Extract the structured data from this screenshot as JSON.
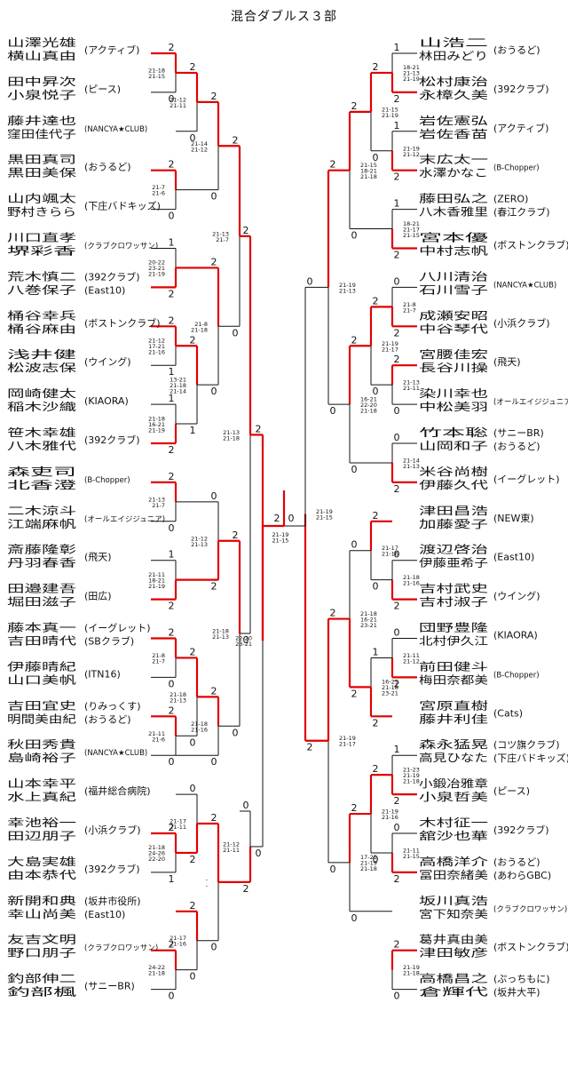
{
  "title": "混合ダブルス３部",
  "left": [
    {
      "p1": "山澤光雄",
      "p2": "横山真由",
      "club": "(アクティブ)",
      "sub": ""
    },
    {
      "p1": "田中昇次",
      "p2": "小泉悦子",
      "club": "(ピース)",
      "sub": ""
    },
    {
      "p1": "藤井達也",
      "p2": "窪田佳代子",
      "club": "(NANCYA★CLUB)",
      "sub": ""
    },
    {
      "p1": "黒田真司",
      "p2": "黒田美保",
      "club": "(おうるど)",
      "sub": ""
    },
    {
      "p1": "山内颯太",
      "p2": "野村きらら",
      "club": "(下庄バドキッズ)",
      "sub": ""
    },
    {
      "p1": "川口直孝",
      "p2": "堺彩香",
      "club": "(クラブクロワッサン)",
      "sub": ""
    },
    {
      "p1": "荒木慎二",
      "p2": "八巻保子",
      "club": "(392クラブ)",
      "sub": "(East10)"
    },
    {
      "p1": "桶谷幸兵",
      "p2": "桶谷麻由",
      "club": "(ボストンクラブ)",
      "sub": ""
    },
    {
      "p1": "浅井健",
      "p2": "松波志保",
      "club": "(ウイング)",
      "sub": ""
    },
    {
      "p1": "岡崎健太",
      "p2": "稲木沙織",
      "club": "(KIAORA)",
      "sub": ""
    },
    {
      "p1": "笹木幸雄",
      "p2": "八木雅代",
      "club": "(392クラブ)",
      "sub": ""
    },
    {
      "p1": "森吏司",
      "p2": "北香澄",
      "club": "(B-Chopper)",
      "sub": ""
    },
    {
      "p1": "二木涼斗",
      "p2": "江端麻帆",
      "club": "(オールエイジジュニア)",
      "sub": ""
    },
    {
      "p1": "斎藤隆彰",
      "p2": "丹羽春香",
      "club": "(飛天)",
      "sub": ""
    },
    {
      "p1": "田邉建吾",
      "p2": "堀田滋子",
      "club": "(田広)",
      "sub": ""
    },
    {
      "p1": "藤本真一",
      "p2": "吉田晴代",
      "club": "(イーグレット)",
      "sub": "(SBクラブ)"
    },
    {
      "p1": "伊藤晴紀",
      "p2": "山口美帆",
      "club": "(ITN16)",
      "sub": ""
    },
    {
      "p1": "吉田宜史",
      "p2": "明間美由紀",
      "club": "(りみっくす)",
      "sub": "(おうるど)"
    },
    {
      "p1": "秋田秀貴",
      "p2": "島崎裕子",
      "club": "(NANCYA★CLUB)",
      "sub": ""
    },
    {
      "p1": "山本幸平",
      "p2": "水上真紀",
      "club": "(福井総合病院)",
      "sub": ""
    },
    {
      "p1": "幸池裕一",
      "p2": "田辺朋子",
      "club": "(小浜クラブ)",
      "sub": ""
    },
    {
      "p1": "大島実雄",
      "p2": "由本恭代",
      "club": "(392クラブ)",
      "sub": ""
    },
    {
      "p1": "新開和典",
      "p2": "幸山尚美",
      "club": "(坂井市役所)",
      "sub": "(East10)"
    },
    {
      "p1": "友吉文明",
      "p2": "野口朋子",
      "club": "(クラブクロワッサン)",
      "sub": ""
    },
    {
      "p1": "釣部伸二",
      "p2": "釣部楓",
      "club": "(サニーBR)",
      "sub": ""
    }
  ],
  "right": [
    {
      "p1": "山浩二",
      "p2": "林田みどり",
      "club": "(おうるど)",
      "sub": ""
    },
    {
      "p1": "松村康治",
      "p2": "永樟久美",
      "club": "(392クラブ)",
      "sub": ""
    },
    {
      "p1": "岩佐憲弘",
      "p2": "岩佐香苗",
      "club": "(アクティブ)",
      "sub": ""
    },
    {
      "p1": "末広太一",
      "p2": "水澤かなこ",
      "club": "(B-Chopper)",
      "sub": ""
    },
    {
      "p1": "藤田弘之",
      "p2": "八木香雅里",
      "club": "(ZERO)",
      "sub": "(春江クラブ)"
    },
    {
      "p1": "宮本優",
      "p2": "中村志帆",
      "club": "(ボストンクラブ)",
      "sub": ""
    },
    {
      "p1": "八川清治",
      "p2": "石川雪子",
      "club": "(NANCYA★CLUB)",
      "sub": ""
    },
    {
      "p1": "成瀬安昭",
      "p2": "中谷琴代",
      "club": "(小浜クラブ)",
      "sub": ""
    },
    {
      "p1": "宮腰佳宏",
      "p2": "長谷川操",
      "club": "(飛天)",
      "sub": ""
    },
    {
      "p1": "染川幸也",
      "p2": "中松美羽",
      "club": "(オールエイジジュニア)",
      "sub": ""
    },
    {
      "p1": "竹本聡",
      "p2": "山岡和子",
      "club": "(サニーBR)",
      "sub": "(おうるど)"
    },
    {
      "p1": "米谷尚樹",
      "p2": "伊藤久代",
      "club": "(イーグレット)",
      "sub": ""
    },
    {
      "p1": "津田昌浩",
      "p2": "加藤愛子",
      "club": "(NEW東)",
      "sub": ""
    },
    {
      "p1": "渡辺啓治",
      "p2": "伊藤亜希子",
      "club": "(East10)",
      "sub": ""
    },
    {
      "p1": "吉村武史",
      "p2": "吉村淑子",
      "club": "(ウイング)",
      "sub": ""
    },
    {
      "p1": "団野豊隆",
      "p2": "北村伊久江",
      "club": "(KIAORA)",
      "sub": ""
    },
    {
      "p1": "前田健斗",
      "p2": "梅田奈都美",
      "club": "(B-Chopper)",
      "sub": ""
    },
    {
      "p1": "宮原直樹",
      "p2": "藤井利佳",
      "club": "(Cats)",
      "sub": ""
    },
    {
      "p1": "森永猛晃",
      "p2": "高見ひなた",
      "club": "(コツ旗クラブ)",
      "sub": "(下庄バドキッズ)"
    },
    {
      "p1": "小鍛冶雅章",
      "p2": "小泉哲美",
      "club": "(ピース)",
      "sub": ""
    },
    {
      "p1": "木村征一",
      "p2": "舘沙也華",
      "club": "(392クラブ)",
      "sub": ""
    },
    {
      "p1": "高橋洋介",
      "p2": "冨田奈緒美",
      "club": "(おうるど)",
      "sub": "(あわらGBC)"
    },
    {
      "p1": "坂川真浩",
      "p2": "宮下知奈美",
      "club": "(クラブクロワッサン)",
      "sub": ""
    },
    {
      "p1": "葛井真由美",
      "p2": "津田敏彦",
      "club": "(ボストンクラブ)",
      "sub": ""
    },
    {
      "p1": "高橋昌之",
      "p2": "倉輝代",
      "club": "(ぷっちもに)",
      "sub": "(坂井大平)"
    }
  ],
  "left_matches": [
    {
      "id": "L1",
      "scores": [
        "21-18",
        "21-15"
      ],
      "top": "2",
      "bot": "0"
    },
    {
      "id": "L2",
      "scores": [
        "21-12",
        "21-11"
      ],
      "top": "2",
      "bot": "0"
    },
    {
      "id": "L3",
      "scores": [
        "21-7",
        "21-6"
      ],
      "top": "2",
      "bot": "0"
    },
    {
      "id": "L4",
      "scores": [
        "20-22",
        "23-21",
        "21-19"
      ],
      "top": "1",
      "bot": "2"
    },
    {
      "id": "L5",
      "scores": [
        "21-12",
        "17-21",
        "21-16"
      ],
      "top": "2",
      "bot": "1"
    },
    {
      "id": "L6",
      "scores": [
        "21-18",
        "16-21",
        "21-19"
      ],
      "top": "1",
      "bot": "2"
    },
    {
      "id": "L7",
      "scores": [
        "13-21",
        "21-18",
        "21-14"
      ],
      "top": "2",
      "bot": "1"
    },
    {
      "id": "L8",
      "scores": [
        "21-13",
        "21-7"
      ],
      "top": "2",
      "bot": "0"
    },
    {
      "id": "L9",
      "scores": [
        "21-11",
        "18-21",
        "21-19"
      ],
      "top": "1",
      "bot": "2"
    },
    {
      "id": "L10",
      "scores": [
        "21-8",
        "21-7"
      ],
      "top": "2",
      "bot": "0"
    },
    {
      "id": "L11",
      "scores": [
        "21-11",
        "21-6"
      ],
      "top": "2",
      "bot": "0"
    },
    {
      "id": "L12",
      "scores": [
        "21-18",
        "21-13"
      ],
      "top": "2",
      "bot": "0"
    },
    {
      "id": "L13",
      "scores": [
        "21-17",
        "21-11"
      ],
      "top": "0",
      "bot": "2"
    },
    {
      "id": "L14",
      "scores": [
        "21-18",
        "24-26",
        "22-20"
      ],
      "top": "2",
      "bot": "1"
    },
    {
      "id": "L15",
      "scores": [
        "21-17",
        "21-16"
      ],
      "top": "2",
      "bot": "0"
    },
    {
      "id": "L16",
      "scores": [
        "24-22",
        "21-18"
      ],
      "top": "2",
      "bot": "0"
    },
    {
      "id": "Q1",
      "scores": [
        "21-14",
        "21-12"
      ],
      "top": "2",
      "bot": "0"
    },
    {
      "id": "Q2",
      "scores": [
        "21-8",
        "21-18"
      ],
      "top": "2",
      "bot": "0"
    },
    {
      "id": "Q3",
      "scores": [
        "21-12",
        "21-13"
      ],
      "top": "0",
      "bot": "2"
    },
    {
      "id": "Q4",
      "scores": [
        "21-13",
        "21-7"
      ],
      "top": "2",
      "bot": "0"
    },
    {
      "id": "Q5",
      "scores": [
        "21-18",
        "21-16"
      ],
      "top": "2",
      "bot": "0"
    },
    {
      "id": "Q6",
      "scores": [
        "21-18",
        "21-13"
      ],
      "top": "2",
      "bot": "0"
    },
    {
      "id": "Q7",
      "scores": [
        "-",
        "-"
      ],
      "top": "2",
      "bot": "0"
    },
    {
      "id": "S1",
      "scores": [
        "21-13",
        "21-18"
      ],
      "top": "2",
      "bot": "0"
    },
    {
      "id": "S2",
      "scores": [
        "21-12",
        "21-11"
      ],
      "top": "0",
      "bot": "2"
    },
    {
      "id": "SF",
      "scores": [
        "22-20",
        "23-21"
      ],
      "top": "2",
      "bot": "0"
    }
  ],
  "right_matches": [
    {
      "id": "R1",
      "scores": [
        "18-21",
        "21-13",
        "21-19"
      ],
      "top": "1",
      "bot": "2"
    },
    {
      "id": "R2",
      "scores": [
        "21-19",
        "21-12"
      ],
      "top": "1",
      "bot": "2"
    },
    {
      "id": "R3",
      "scores": [
        "21-15",
        "21-19"
      ],
      "top": "2",
      "bot": "0"
    },
    {
      "id": "R4",
      "scores": [
        "18-21",
        "21-17",
        "21-15"
      ],
      "top": "1",
      "bot": "2"
    },
    {
      "id": "R5",
      "scores": [
        "21-8",
        "21-7"
      ],
      "top": "0",
      "bot": "2"
    },
    {
      "id": "R6",
      "scores": [
        "21-13",
        "21-11"
      ],
      "top": "2",
      "bot": "0"
    },
    {
      "id": "R7",
      "scores": [
        "21-19",
        "21-17"
      ],
      "top": "2",
      "bot": "0"
    },
    {
      "id": "R8",
      "scores": [
        "21-14",
        "21-13"
      ],
      "top": "0",
      "bot": "2"
    },
    {
      "id": "R9",
      "scores": [
        "21-18",
        "21-16"
      ],
      "top": "0",
      "bot": "2"
    },
    {
      "id": "R10",
      "scores": [
        "21-17",
        "21-16"
      ],
      "top": "2",
      "bot": "0"
    },
    {
      "id": "R11",
      "scores": [
        "21-11",
        "21-12"
      ],
      "top": "0",
      "bot": "2"
    },
    {
      "id": "R12",
      "scores": [
        "16-21",
        "21-18",
        "23-21"
      ],
      "top": "1",
      "bot": "2"
    },
    {
      "id": "R13",
      "scores": [
        "21-23",
        "21-19",
        "21-18"
      ],
      "top": "1",
      "bot": "2"
    },
    {
      "id": "R14",
      "scores": [
        "21-19",
        "21-16"
      ],
      "top": "2",
      "bot": "0"
    },
    {
      "id": "R15",
      "scores": [
        "21-11",
        "21-15"
      ],
      "top": "0",
      "bot": "2"
    },
    {
      "id": "R16",
      "scores": [
        "21-19",
        "21-18"
      ],
      "top": "2",
      "bot": "0"
    },
    {
      "id": "QR1",
      "scores": [
        "21-15",
        "18-21",
        "21-18"
      ],
      "top": "2",
      "bot": "0"
    },
    {
      "id": "QR2",
      "scores": [
        "16-21",
        "22-20",
        "21-18"
      ],
      "top": "2",
      "bot": "0"
    },
    {
      "id": "QR3",
      "scores": [
        "21-18",
        "16-21",
        "23-21"
      ],
      "top": "0",
      "bot": "2"
    },
    {
      "id": "QR4",
      "scores": [
        "17-21",
        "21-19",
        "21-18"
      ],
      "top": "2",
      "bot": "0"
    },
    {
      "id": "QR5",
      "scores": [
        "-",
        "-"
      ],
      "top": "2",
      "bot": "0"
    },
    {
      "id": "SR1",
      "scores": [
        "21-19",
        "21-13"
      ],
      "top": "2",
      "bot": "0"
    },
    {
      "id": "SR2",
      "scores": [
        "21-19",
        "21-17"
      ],
      "top": "2",
      "bot": "0"
    },
    {
      "id": "SFR",
      "scores": [
        "21-19",
        "21-15"
      ],
      "top": "0",
      "bot": "2"
    }
  ],
  "final": {
    "left": "2",
    "right": "0",
    "scores": [
      "21-19",
      "21-15"
    ]
  },
  "colors": {
    "winner_line": "#e00000",
    "loser_line": "#111111"
  }
}
